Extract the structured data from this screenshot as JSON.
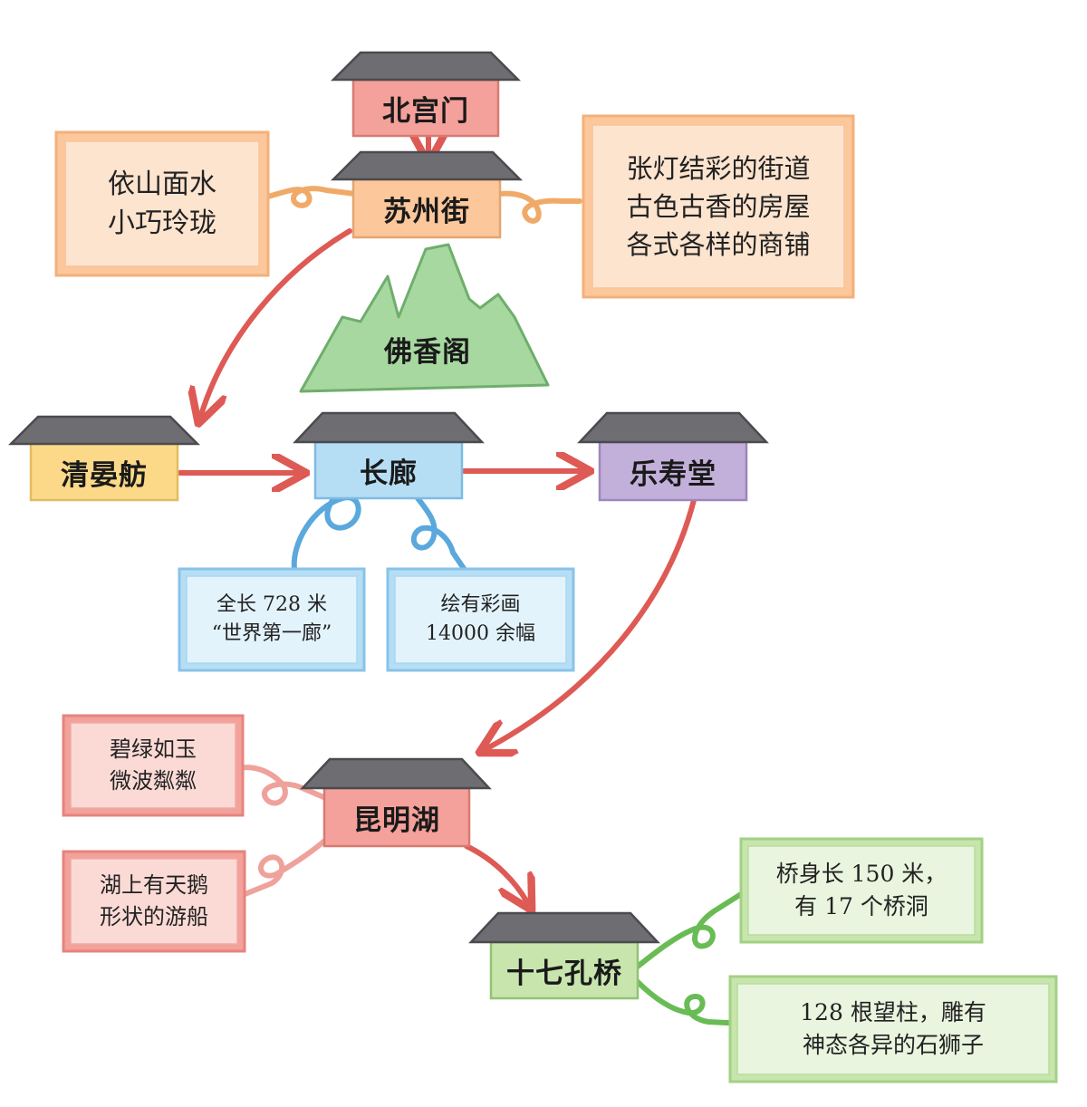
{
  "nodes": {
    "beigongmen": "北宫门",
    "suzhoujie": "苏州街",
    "foxiangge": "佛香阁",
    "qingyanfang": "清晏舫",
    "changlang": "长廊",
    "leshoutang": "乐寿堂",
    "kunminghu": "昆明湖",
    "shiqikongqiao": "十七孔桥"
  },
  "notes": {
    "suzhoujie_left": {
      "line1": "依山面水",
      "line2": "小巧玲珑"
    },
    "suzhoujie_right": {
      "line1": "张灯结彩的街道",
      "line2": "古色古香的房屋",
      "line3": "各式各样的商铺"
    },
    "changlang_left": {
      "line1": "全长 728 米",
      "line2": "“世界第一廊”"
    },
    "changlang_right": {
      "line1": "绘有彩画",
      "line2": "14000 余幅"
    },
    "kunminghu_top": {
      "line1": "碧绿如玉",
      "line2": "微波粼粼"
    },
    "kunminghu_bottom": {
      "line1": "湖上有天鹅",
      "line2": "形状的游船"
    },
    "qiao_top": {
      "line1": "桥身长 150 米，",
      "line2": "有 17 个桥洞"
    },
    "qiao_bottom": {
      "line1": "128 根望柱，雕有",
      "line2": "神态各异的石狮子"
    }
  },
  "colors": {
    "red_box": "#f3a19a",
    "orange_box": "#fcc79b",
    "yellow_box": "#fbd989",
    "blue_box": "#b5def5",
    "purple_box": "#c3b0da",
    "green_box": "#c7e5ad",
    "mountain": "#a7d8a0",
    "roof": "#6d6d72",
    "arrow": "#de5a55",
    "orange_curl": "#f0aa68",
    "blue_curl": "#5aa8dc",
    "pink_curl": "#eea29b",
    "green_curl": "#69bc55"
  }
}
